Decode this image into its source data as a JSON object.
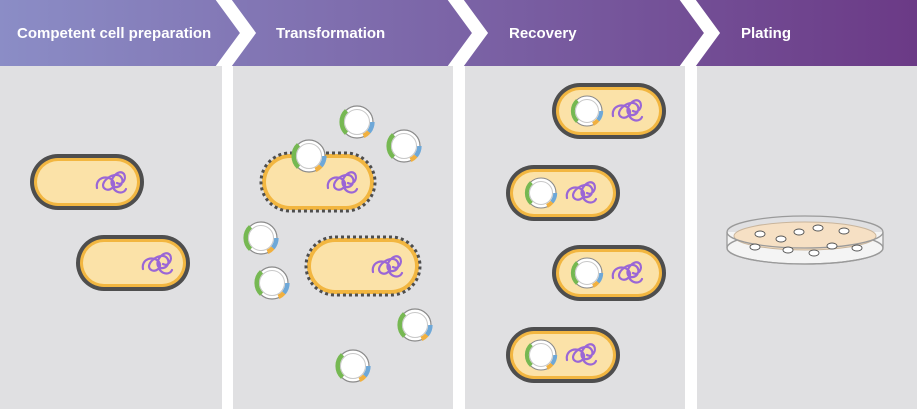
{
  "steps": [
    {
      "label": "Competent cell preparation"
    },
    {
      "label": "Transformation"
    },
    {
      "label": "Recovery"
    },
    {
      "label": "Plating"
    }
  ],
  "colors": {
    "header_start": "#8b8dc6",
    "header_end": "#6b3a86",
    "panel_bg": "#e0e0e2",
    "cell_fill": "#fbe2a8",
    "cell_rim": "#f2b640",
    "cell_wall": "#4e4e4e",
    "chromosome": "#9a66d6",
    "plasmid_green": "#76b852",
    "plasmid_blue": "#6ea8d8",
    "plasmid_orange": "#f0b040",
    "dish_agar": "#f6e0c4"
  },
  "icons": [
    "bacterial-cell-icon",
    "chromosome-icon",
    "plasmid-icon",
    "petri-dish-icon",
    "bacterial-colony-icon"
  ]
}
